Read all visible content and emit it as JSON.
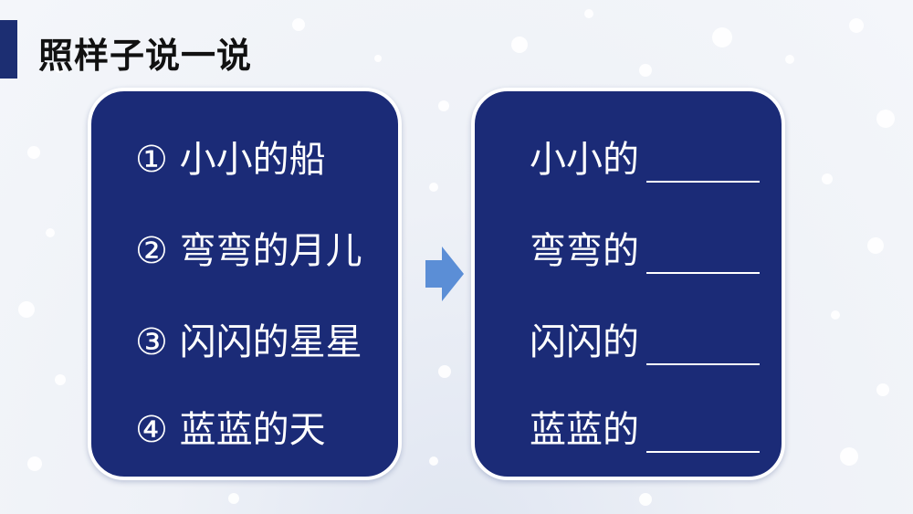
{
  "slide": {
    "title": "照样子说一说"
  },
  "examples": [
    {
      "label": "① 小小的船"
    },
    {
      "label": "② 弯弯的月儿"
    },
    {
      "label": "③ 闪闪的星星"
    },
    {
      "label": "④ 蓝蓝的天"
    }
  ],
  "exercises": [
    {
      "prefix": "小小的"
    },
    {
      "prefix": "弯弯的"
    },
    {
      "prefix": "闪闪的"
    },
    {
      "prefix": "蓝蓝的"
    }
  ],
  "icons": {
    "arrow": "arrow-right-icon"
  },
  "colors": {
    "panel": "#1b2b77",
    "accent_bar": "#1c2e72",
    "arrow": "#5b8ed6"
  }
}
